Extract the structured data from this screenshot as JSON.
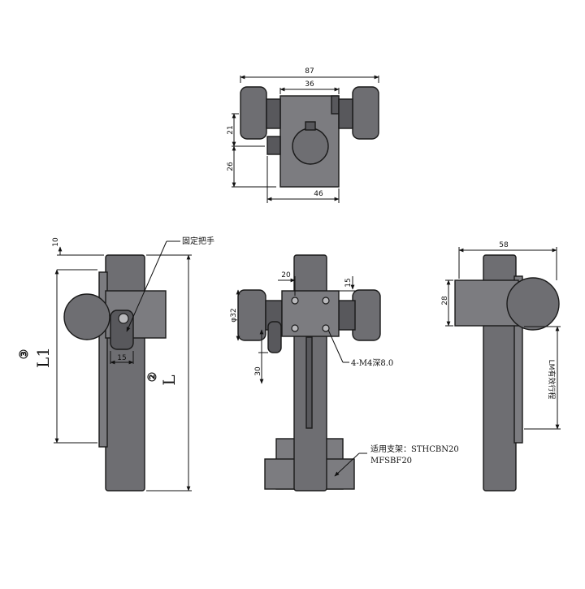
{
  "top_view": {
    "dim_width_total": "87",
    "dim_block_width": "36",
    "dim_height_upper": "21",
    "dim_height_lower": "26",
    "dim_depth": "46"
  },
  "side_view": {
    "callout_handle": "固定把手",
    "dim_top_offset": "10",
    "dim_handle_width": "15",
    "label_l1": "L1",
    "label_l": "L",
    "marker_3": "③",
    "marker_2": "②"
  },
  "front_view": {
    "dim_hole_spacing": "20",
    "dim_top_margin": "15",
    "dim_knob_dia": "φ32",
    "dim_knob_drop": "30",
    "callout_holes": "4-M4深8.0",
    "callout_mount_line1": "适用支架：STHCBN20",
    "callout_mount_line2": "MFSBF20"
  },
  "right_view": {
    "dim_width": "58",
    "dim_height": "28",
    "label_stroke": "LM有效行程"
  }
}
